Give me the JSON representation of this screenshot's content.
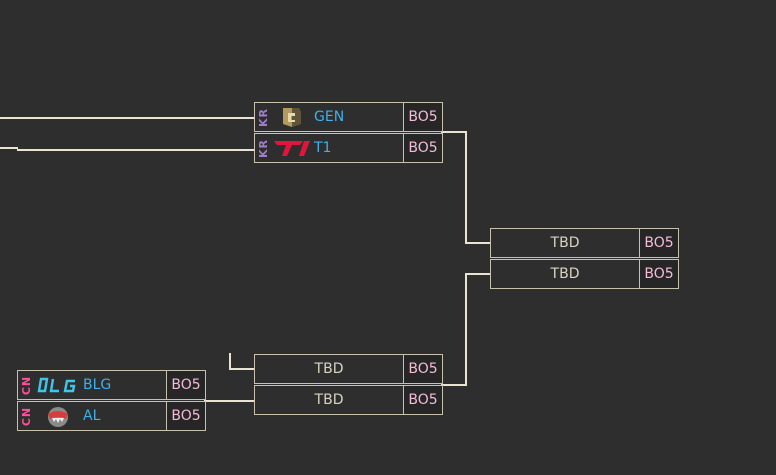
{
  "colors": {
    "background": "#2e2e2e",
    "line": "#e9e4cf",
    "team_name": "#3fb0e8",
    "format": "#f4bcd6",
    "region_kr": "#a07dc8",
    "region_cn": "#ff4f9a"
  },
  "semifinal_1": {
    "team_a": {
      "region": "KR",
      "name": "GEN",
      "logo": "gen-g-logo-icon",
      "format": "BO5"
    },
    "team_b": {
      "region": "KR",
      "name": "T1",
      "logo": "t1-logo-icon",
      "format": "BO5"
    }
  },
  "semifinal_2": {
    "team_a": {
      "name": "TBD",
      "format": "BO5"
    },
    "team_b": {
      "name": "TBD",
      "format": "BO5"
    }
  },
  "final": {
    "team_a": {
      "name": "TBD",
      "format": "BO5"
    },
    "team_b": {
      "name": "TBD",
      "format": "BO5"
    }
  },
  "quarterfinal": {
    "team_a": {
      "region": "CN",
      "name": "BLG",
      "logo": "blg-logo-icon",
      "format": "BO5"
    },
    "team_b": {
      "region": "CN",
      "name": "AL",
      "logo": "al-logo-icon",
      "format": "BO5"
    }
  }
}
